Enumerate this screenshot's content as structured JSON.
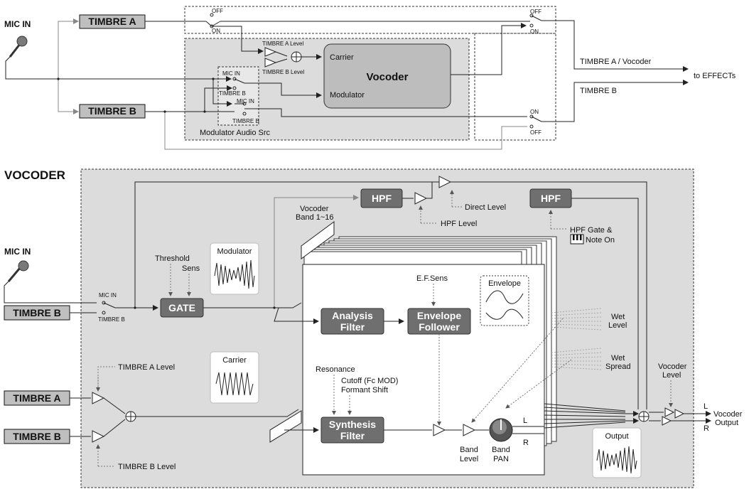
{
  "top": {
    "mic_in": "MIC IN",
    "timbre_a": "TIMBRE A",
    "timbre_b": "TIMBRE B",
    "switch_off": "OFF",
    "switch_on": "ON",
    "timbre_a_level": "TIMBRE A Level",
    "timbre_b_level": "TIMBRE B Level",
    "carrier": "Carrier",
    "vocoder": "Vocoder",
    "modulator": "Modulator",
    "mod_sel_mic_in": "MIC IN",
    "mod_sel_timbre_b": "TIMBRE B",
    "mod_src_caption": "Modulator Audio Src",
    "out_timbre_a_vocoder": "TIMBRE A / Vocoder",
    "out_timbre_b": "TIMBRE B",
    "to_effects": "to EFFECTs"
  },
  "vocoder": {
    "title": "VOCODER",
    "mic_in": "MIC IN",
    "timbre_b_input": "TIMBRE B",
    "sel_mic_in": "MIC IN",
    "sel_timbre_b": "TIMBRE B",
    "threshold": "Threshold",
    "sens": "Sens",
    "gate": "GATE",
    "modulator_wave": "Modulator",
    "hpf_1": "HPF",
    "hpf_2": "HPF",
    "hpf_level": "HPF Level",
    "direct_level": "Direct Level",
    "hpf_gate_line1": "HPF Gate &",
    "hpf_gate_line2": "Note On",
    "band_line1": "Vocoder",
    "band_line2": "Band 1~16",
    "ef_sens": "E.F.Sens",
    "envelope": "Envelope",
    "analysis_line1": "Analysis",
    "analysis_line2": "Filter",
    "env_follower_line1": "Envelope",
    "env_follower_line2": "Follower",
    "wet_level_line1": "Wet",
    "wet_level_line2": "Level",
    "wet_spread_line1": "Wet",
    "wet_spread_line2": "Spread",
    "carrier_wave": "Carrier",
    "timbre_a_level": "TIMBRE A Level",
    "timbre_b_level": "TIMBRE B Level",
    "timbre_a_input": "TIMBRE A",
    "timbre_b_input2": "TIMBRE B",
    "resonance": "Resonance",
    "cutoff": "Cutoff (Fc MOD)",
    "formant_shift": "Formant Shift",
    "synthesis_line1": "Synthesis",
    "synthesis_line2": "Filter",
    "band_level_line1": "Band",
    "band_level_line2": "Level",
    "band_pan_line1": "Band",
    "band_pan_line2": "PAN",
    "l": "L",
    "r": "R",
    "output_wave": "Output",
    "vocoder_level_line1": "Vocoder",
    "vocoder_level_line2": "Level",
    "out_l": "L",
    "out_r": "R",
    "vocoder_output_line1": "Vocoder",
    "vocoder_output_line2": "Output"
  }
}
